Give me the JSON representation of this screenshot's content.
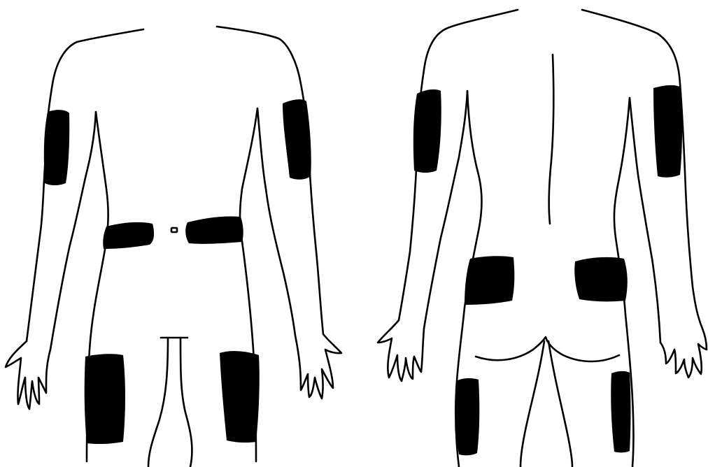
{
  "colors": {
    "background": "#ffffff",
    "outline": "#000000",
    "injection_site": "#000000"
  },
  "figures": [
    {
      "view": "front",
      "injection_sites": [
        "upper-arm-left",
        "upper-arm-right",
        "abdomen-left",
        "abdomen-right",
        "thigh-left",
        "thigh-right"
      ]
    },
    {
      "view": "back",
      "injection_sites": [
        "upper-arm-left",
        "upper-arm-right",
        "buttock-left",
        "buttock-right",
        "thigh-left",
        "thigh-right"
      ]
    }
  ]
}
